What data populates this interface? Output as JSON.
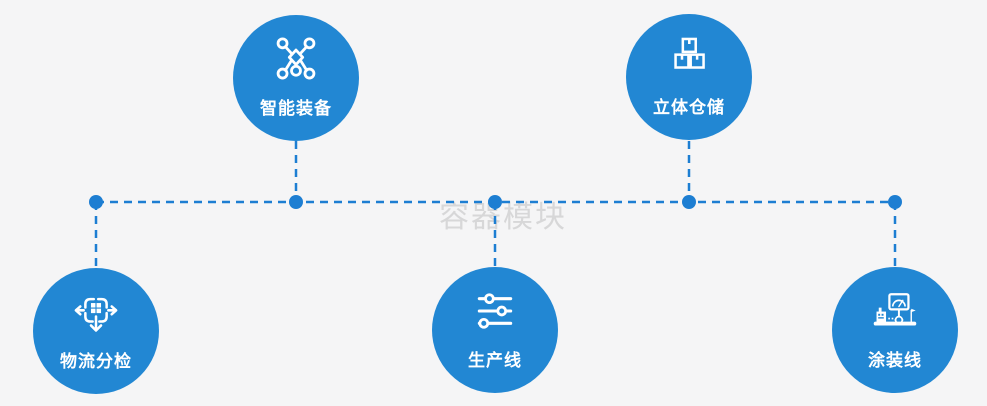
{
  "diagram": {
    "watermark": "容器模块",
    "nodes": [
      {
        "id": "intelligent-equipment",
        "label": "智能装备",
        "icon": "network-nodes-icon",
        "row": "top"
      },
      {
        "id": "stereoscopic-warehouse",
        "label": "立体仓储",
        "icon": "stacked-boxes-icon",
        "row": "top"
      },
      {
        "id": "logistics-sorting",
        "label": "物流分检",
        "icon": "sorting-arrows-icon",
        "row": "bottom"
      },
      {
        "id": "production-line",
        "label": "生产线",
        "icon": "sliders-icon",
        "row": "bottom"
      },
      {
        "id": "coating-line",
        "label": "涂装线",
        "icon": "workstation-icon",
        "row": "bottom"
      }
    ],
    "colors": {
      "node_fill": "#2287d3",
      "connector": "#1d7ed2",
      "background": "#f5f5f6",
      "label_text": "#ffffff",
      "watermark_text": "#b4b4b4",
      "icon_stroke": "#ffffff"
    },
    "connector_style": "dashed"
  }
}
